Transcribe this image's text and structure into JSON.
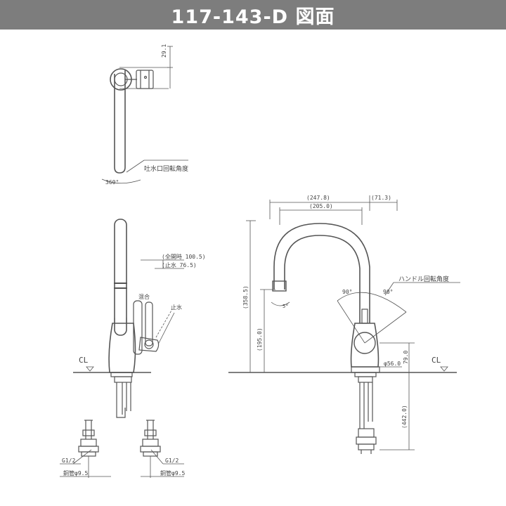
{
  "header": {
    "title": "117-143-D 図面"
  },
  "top_view": {
    "dim_top": "29.1",
    "rotation_label": "吐水口回転角度",
    "rotation_value": "360°"
  },
  "side_view": {
    "hot_label": "(全開時 100.5)",
    "cold_label": "(止水 76.5)",
    "small_label_1": "混合",
    "small_label_2": "止水",
    "cl_label": "CL"
  },
  "pipes": {
    "left_thread": "G1/2",
    "left_length": "銅管φ9.5",
    "right_thread": "G1/2",
    "right_length": "銅管φ9.5"
  },
  "front_view": {
    "dim_reach": "(247.8)",
    "dim_reach_inner": "(205.0)",
    "dim_offset": "(71.3)",
    "dim_height": "(358.5)",
    "dim_spout_height": "(195.0)",
    "dim_base": "79.0",
    "dim_base_width": "φ56.0",
    "dim_below": "(442.0)",
    "handle_label": "ハンドル回転角度",
    "angle_left": "90°",
    "angle_right": "90°",
    "cl_label": "CL"
  }
}
